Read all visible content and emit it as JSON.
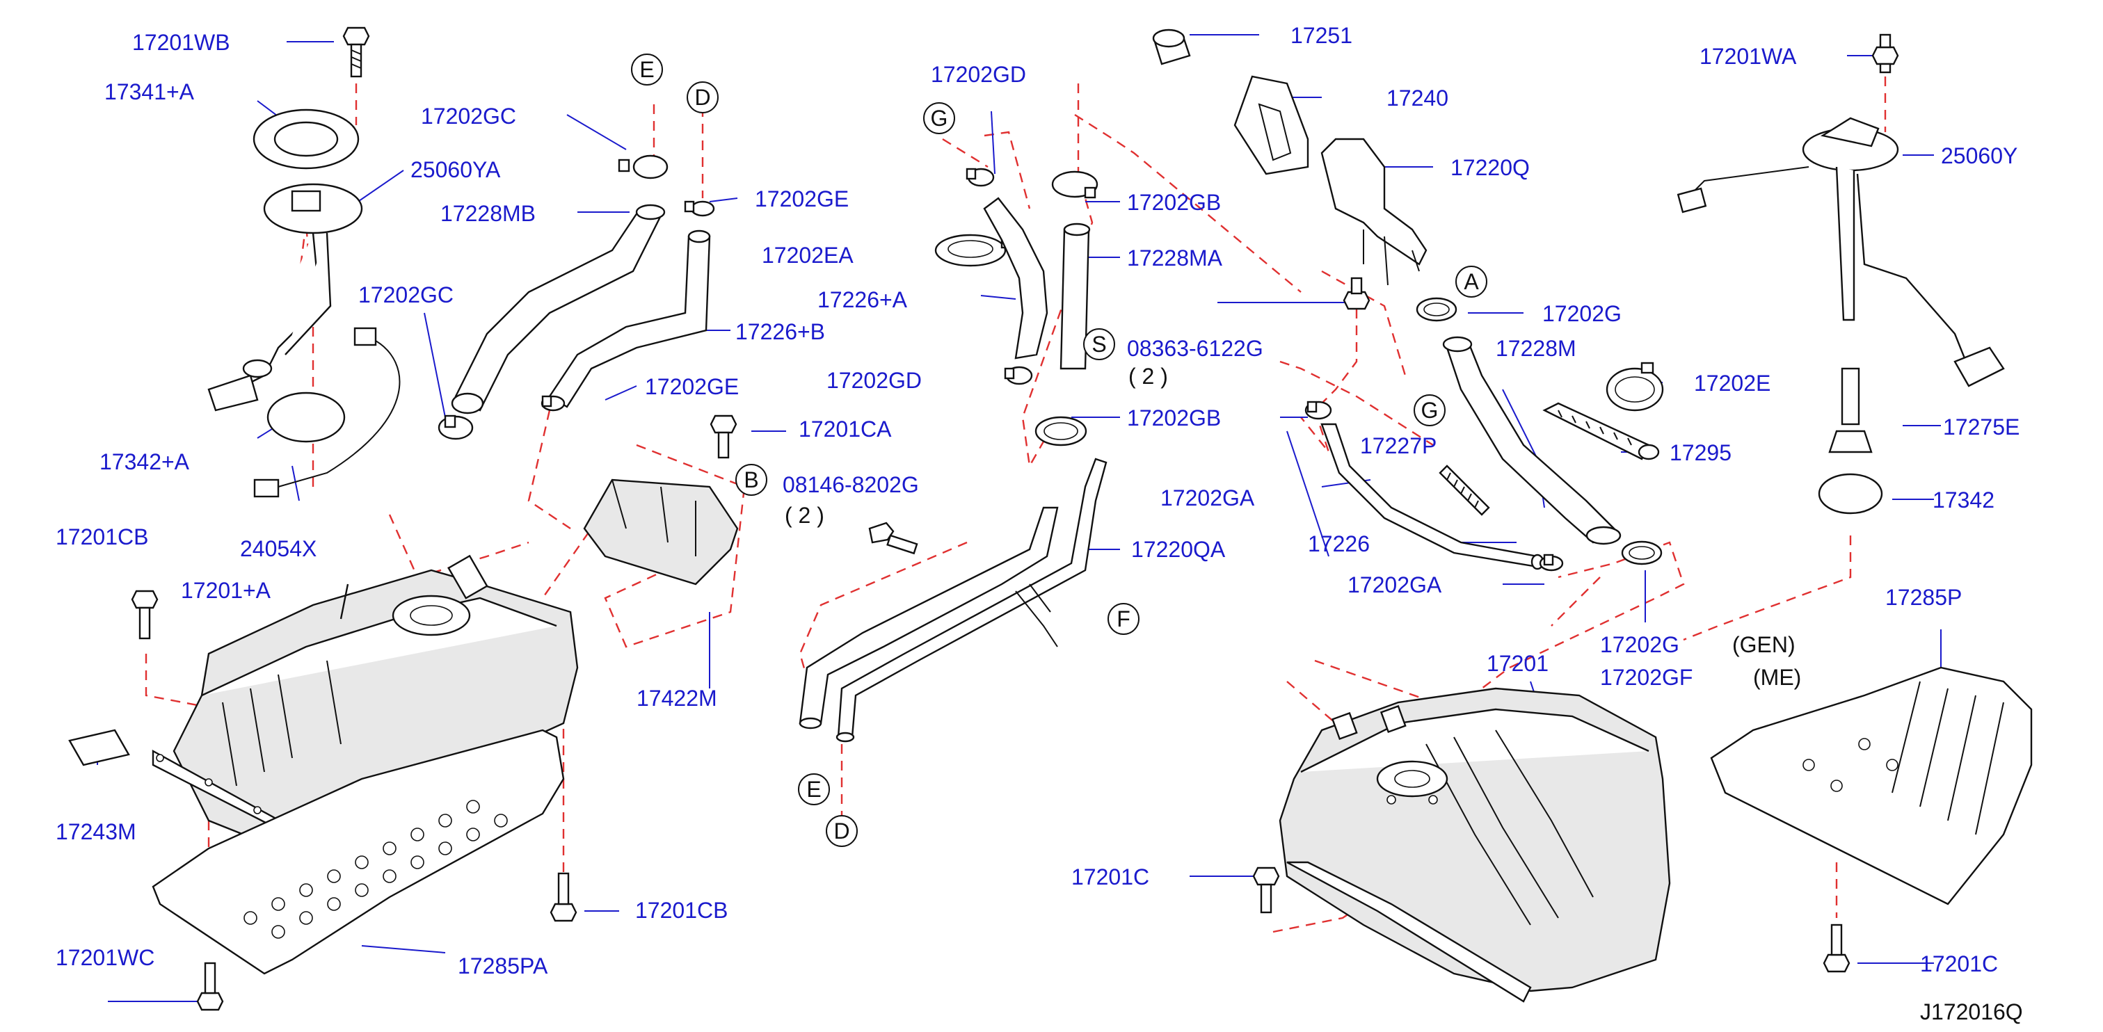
{
  "colors": {
    "label": "#1a1acc",
    "leader": "#1a1acc",
    "dashed": "#e03030",
    "outline": "#111111"
  },
  "diagram": {
    "code": "J172016Q",
    "variants": [
      "(GEN)",
      "(ME)"
    ],
    "qty": "( 2 )",
    "refs": {
      "A": "A",
      "B": "B",
      "D": "D",
      "E": "E",
      "F": "F",
      "G": "G",
      "S": "S"
    },
    "parts": {
      "p17201WB": "17201WB",
      "p17341A": "17341+A",
      "p25060YA": "25060YA",
      "p17228MB": "17228MB",
      "p17202GC_top": "17202GC",
      "p17202GE_top": "17202GE",
      "p17226B": "17226+B",
      "p17202GE_mid": "17202GE",
      "p17202GC_left": "17202GC",
      "p17342A": "17342+A",
      "p24054X": "24054X",
      "p17201CB_left": "17201CB",
      "p17201A": "17201+A",
      "p17243M": "17243M",
      "p17201WC": "17201WC",
      "p17285PA": "17285PA",
      "p17201CB_bottom": "17201CB",
      "p17201CA": "17201CA",
      "p08146": "08146-8202G",
      "p17422M": "17422M",
      "p17202GD_top": "17202GD",
      "p17202GB_top": "17202GB",
      "p17202EA": "17202EA",
      "p17228MA": "17228MA",
      "p17226A": "17226+A",
      "p08363": "08363-6122G",
      "p17202GD_mid": "17202GD",
      "p17202GB_mid": "17202GB",
      "p17220QA": "17220QA",
      "p17251": "17251",
      "p17240": "17240",
      "p17220Q": "17220Q",
      "p17202G_top": "17202G",
      "p17228M": "17228M",
      "p17202E": "17202E",
      "p17227P": "17227P",
      "p17295": "17295",
      "p17202GA_left": "17202GA",
      "p17226": "17226",
      "p17202GA_right": "17202GA",
      "p17202G_bottom": "17202G",
      "p17202GF": "17202GF",
      "p17201": "17201",
      "p17201C_left": "17201C",
      "p17201WA": "17201WA",
      "p25060Y": "25060Y",
      "p17275E": "17275E",
      "p17342": "17342",
      "p17285P": "17285P",
      "p17201C_right": "17201C"
    }
  }
}
